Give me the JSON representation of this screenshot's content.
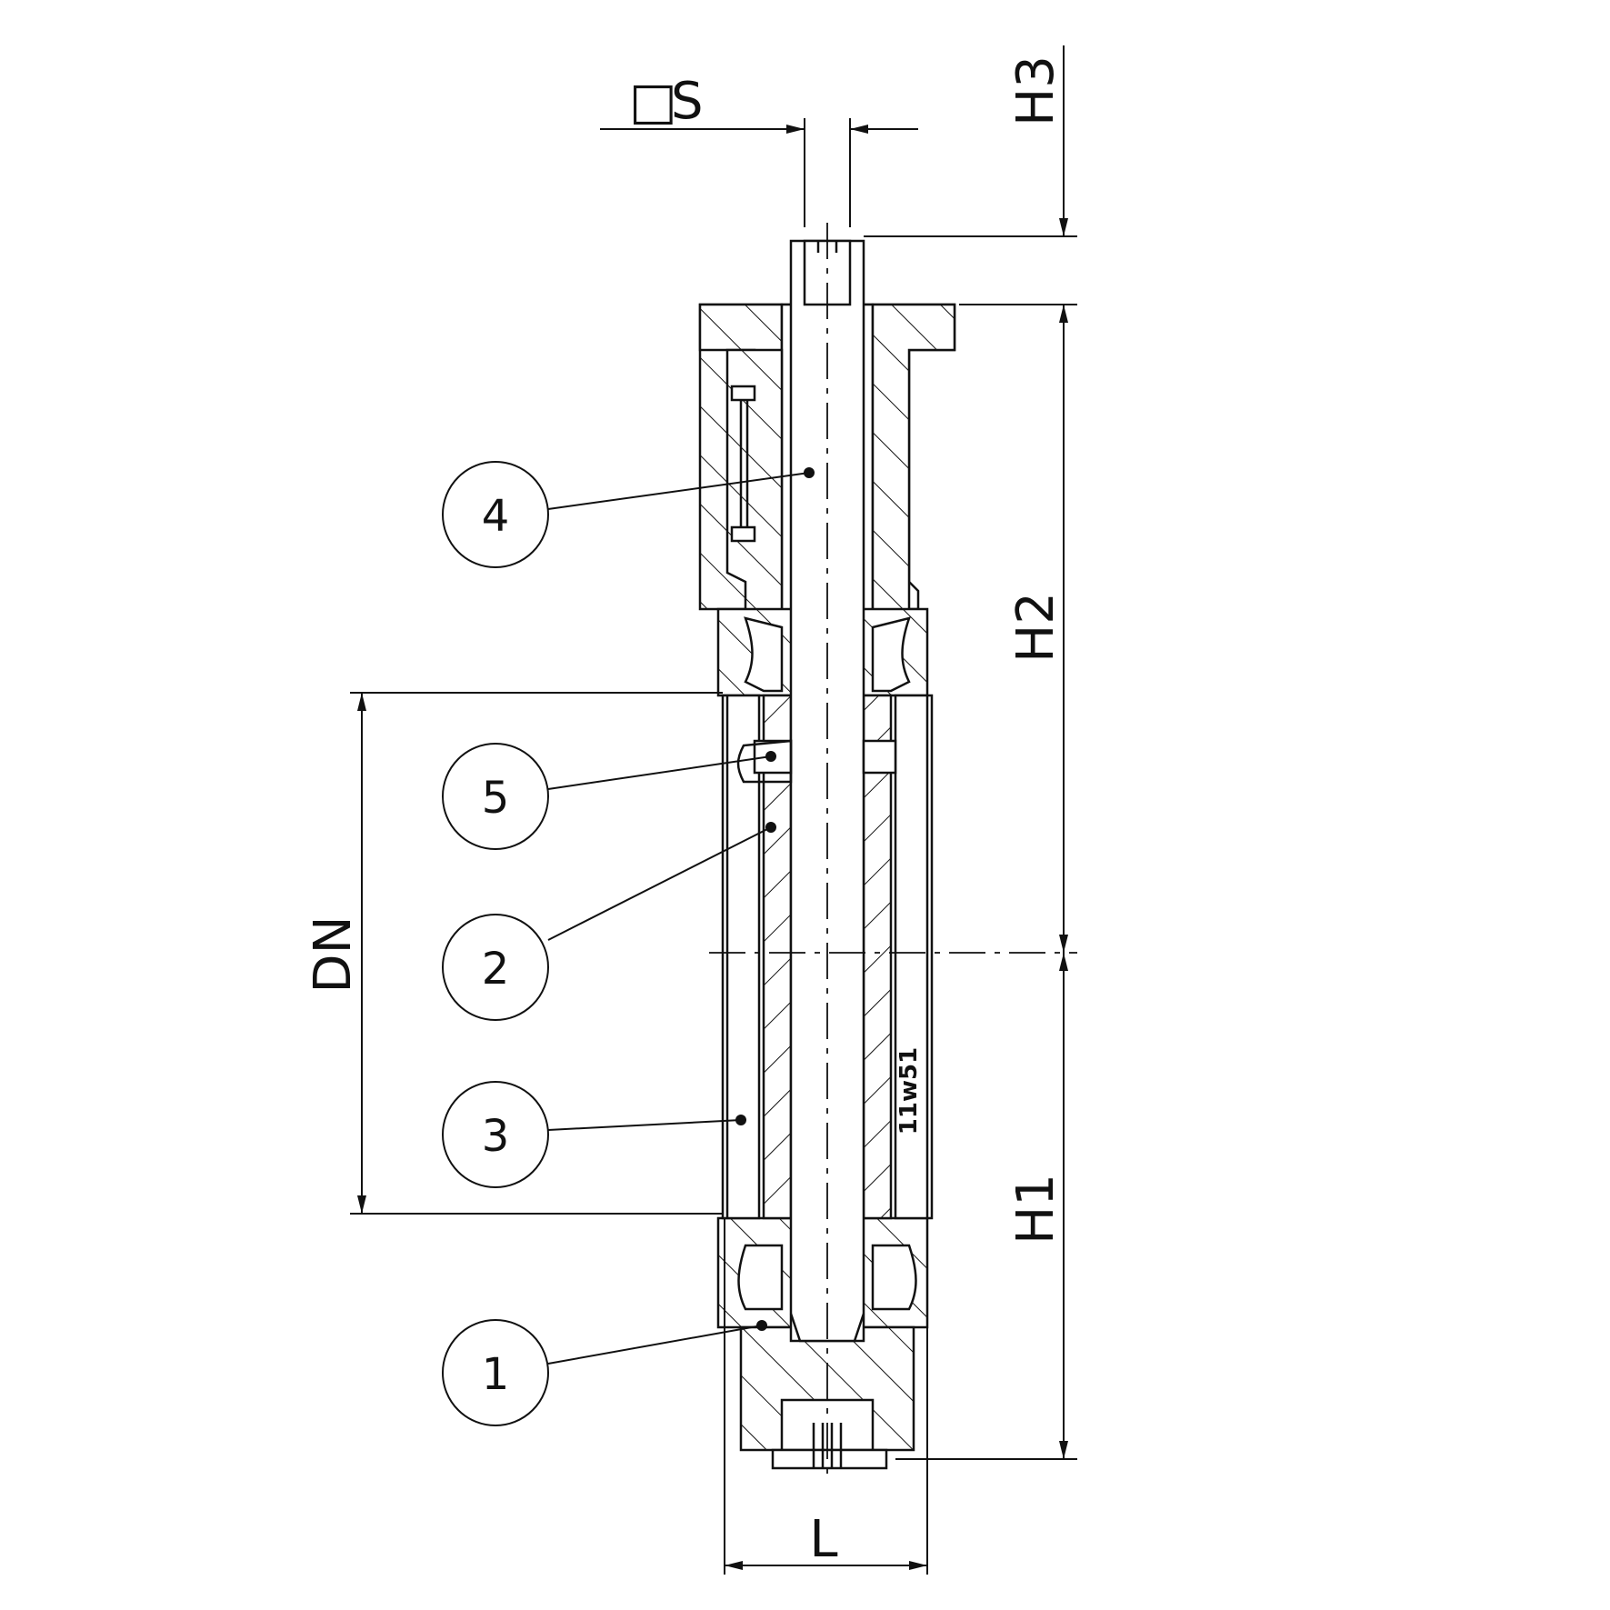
{
  "dimensions": {
    "square": "□",
    "s": "S",
    "h3": "H3",
    "h2": "H2",
    "h1": "H1",
    "dn": "DN",
    "l": "L"
  },
  "callouts": [
    "1",
    "2",
    "3",
    "4",
    "5"
  ],
  "marking": "11w51",
  "colors": {
    "line": "#111111",
    "paper": "#ffffff"
  }
}
